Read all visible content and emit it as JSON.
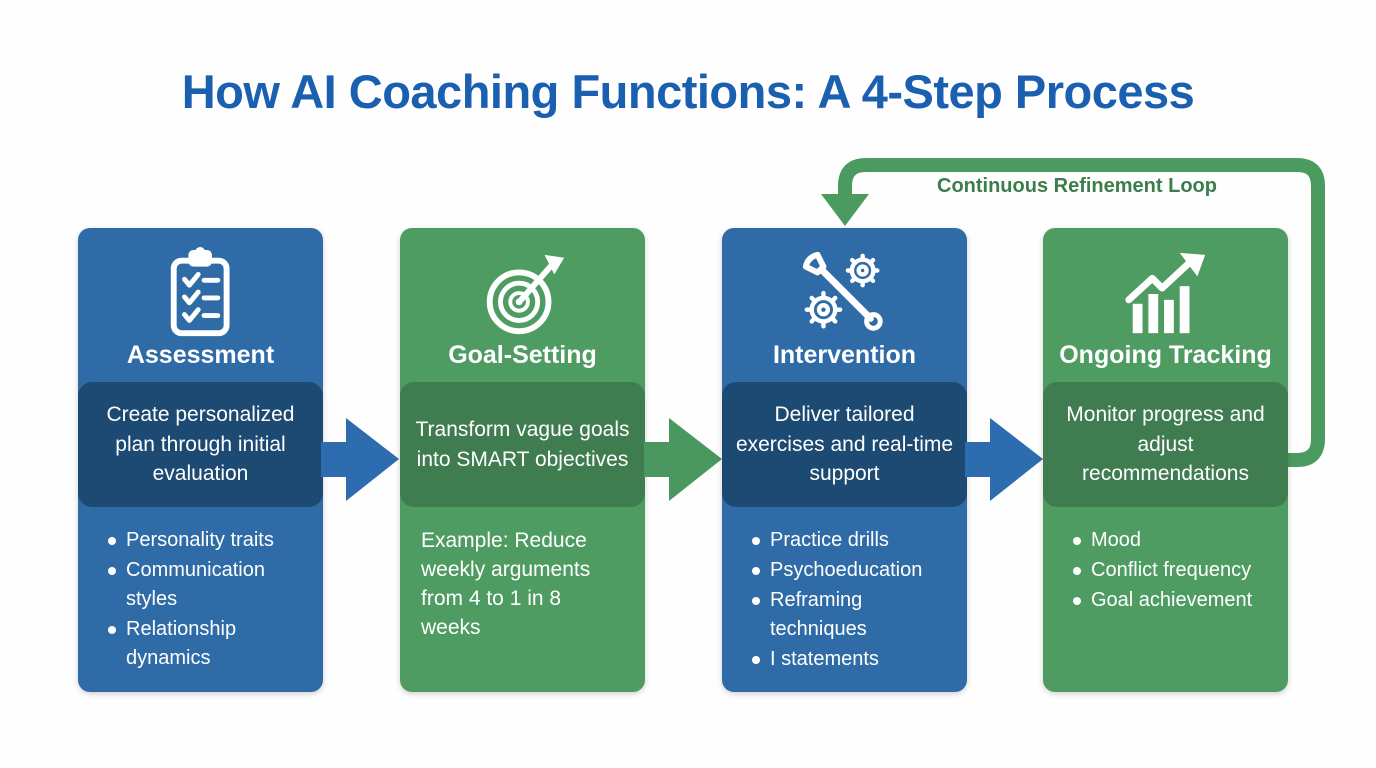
{
  "title": "How AI Coaching Functions: A 4-Step Process",
  "loop": {
    "label": "Continuous Refinement Loop",
    "from_step": "Ongoing Tracking",
    "to_step": "Intervention"
  },
  "colors": {
    "title_blue": "#1A5FB0",
    "blue_card": "#2F6CA7",
    "blue_dark": "#1D4A72",
    "green_card": "#4F9C63",
    "green_dark": "#3F7C50",
    "arrow_blue": "#2D6CAE",
    "arrow_green": "#4A9760",
    "loop_green": "#4B9B61",
    "loop_label_green": "#3B7D4B",
    "text_white": "#FFFFFF"
  },
  "steps": [
    {
      "name": "Assessment",
      "icon": "clipboard-checklist-icon",
      "theme": "blue",
      "description": "Create personalized plan through initial evaluation",
      "details": [
        "Personality traits",
        "Communication styles",
        "Relationship dynamics"
      ]
    },
    {
      "name": "Goal-Setting",
      "icon": "target-dart-icon",
      "theme": "green",
      "description": "Transform vague goals into SMART objectives",
      "details": [
        "Example: Reduce weekly arguments from 4 to 1 in 8 weeks"
      ]
    },
    {
      "name": "Intervention",
      "icon": "wrench-gears-icon",
      "theme": "blue",
      "description": "Deliver tailored exercises and real-time support",
      "details": [
        "Practice drills",
        "Psychoeducation",
        "Reframing techniques",
        "I statements"
      ]
    },
    {
      "name": "Ongoing Tracking",
      "icon": "growth-chart-arrow-icon",
      "theme": "green",
      "description": "Monitor progress and adjust recommendations",
      "details": [
        "Mood",
        "Conflict frequency",
        "Goal achievement"
      ]
    }
  ],
  "connectors": [
    {
      "direction": "right",
      "color": "#2D6CAE"
    },
    {
      "direction": "right",
      "color": "#4A9760"
    },
    {
      "direction": "right",
      "color": "#2D6CAE"
    }
  ]
}
